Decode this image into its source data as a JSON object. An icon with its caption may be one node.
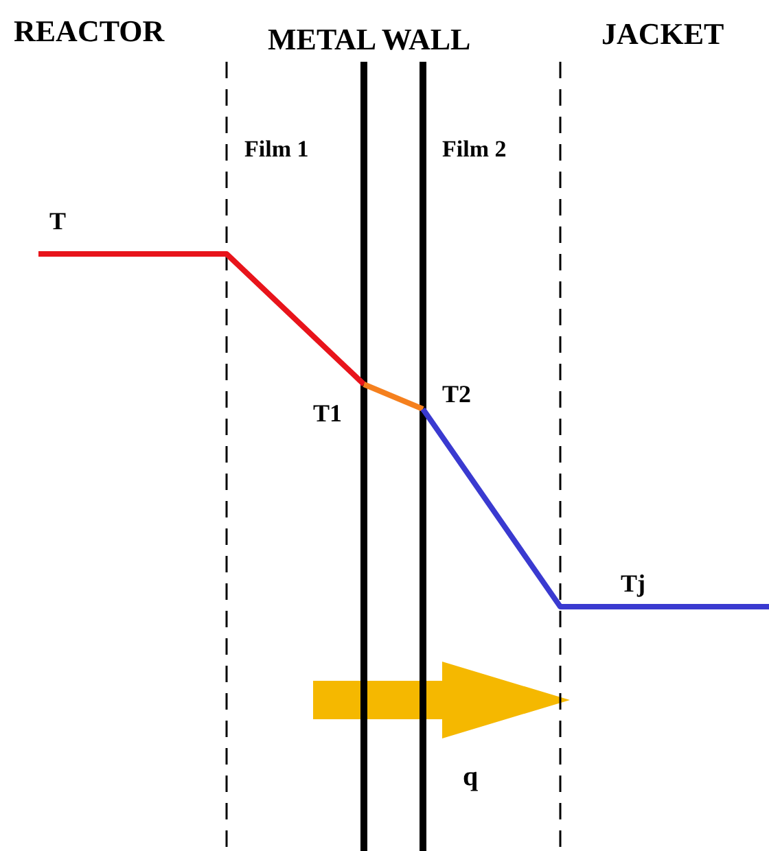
{
  "diagram": {
    "labels": [
      "REACTOR",
      "METAL WALL",
      "JACKET",
      "Film 1",
      "Film 2",
      "T",
      "T1",
      "T2",
      "Tj",
      "q"
    ]
  }
}
